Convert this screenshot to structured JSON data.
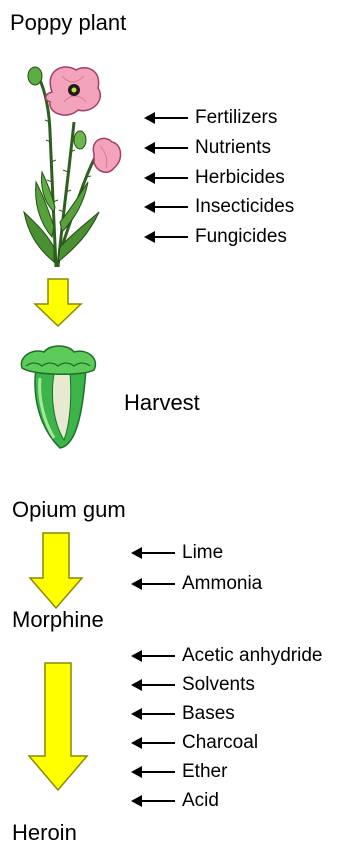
{
  "stages": {
    "plant": "Poppy plant",
    "harvest": "Harvest",
    "gum": "Opium gum",
    "morphine": "Morphine",
    "heroin": "Heroin"
  },
  "plant_inputs": [
    "Fertilizers",
    "Nutrients",
    "Herbicides",
    "Insecticides",
    "Fungicides"
  ],
  "morphine_inputs": [
    "Lime",
    "Ammonia"
  ],
  "heroin_inputs": [
    "Acetic anhydride",
    "Solvents",
    "Bases",
    "Charcoal",
    "Ether",
    "Acid"
  ],
  "colors": {
    "flow_arrow_fill": "#ffff00",
    "flow_arrow_stroke": "#8a8a00",
    "petal": "#f4a3bd",
    "stem": "#3f7f2a",
    "capsule": "#3cb44a"
  },
  "icons": [
    "poppy-plant-illustration",
    "seed-capsule-illustration"
  ]
}
